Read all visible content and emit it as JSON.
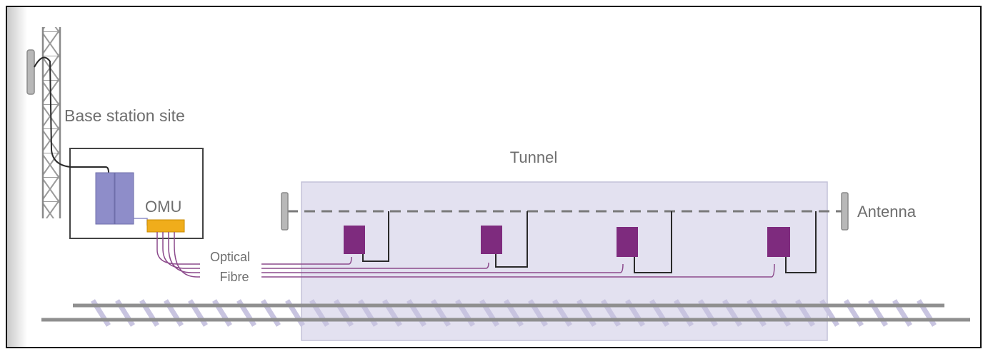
{
  "labels": {
    "base_station_site": "Base station site",
    "omu": "OMU",
    "tunnel": "Tunnel",
    "antenna": "Antenna",
    "optical": "Optical",
    "fibre": "Fibre"
  },
  "colors": {
    "tunnel_fill": "#e3e1f0",
    "tunnel_border": "#c4c2d8",
    "rack": "#8e8dc9",
    "omu_box": "#f0ad1b",
    "remote_unit": "#7e2b7e",
    "fibre": "#8c4a8c",
    "cable": "#2a2a2a",
    "leaky_feeder": "#7a7a7a",
    "rail": "#8f8f8f",
    "sleeper": "#c8c4e0",
    "text": "#6e6e6e"
  },
  "remote_unit_count": 4
}
